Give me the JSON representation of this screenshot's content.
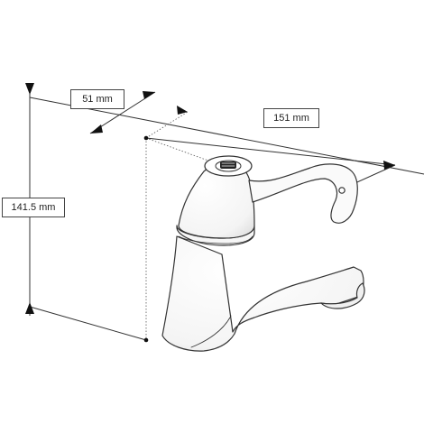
{
  "dimensions": {
    "width": "51 mm",
    "depth": "151 mm",
    "height": "141.5 mm"
  },
  "colors": {
    "line": "#333333",
    "body_fill": "#ffffff"
  }
}
